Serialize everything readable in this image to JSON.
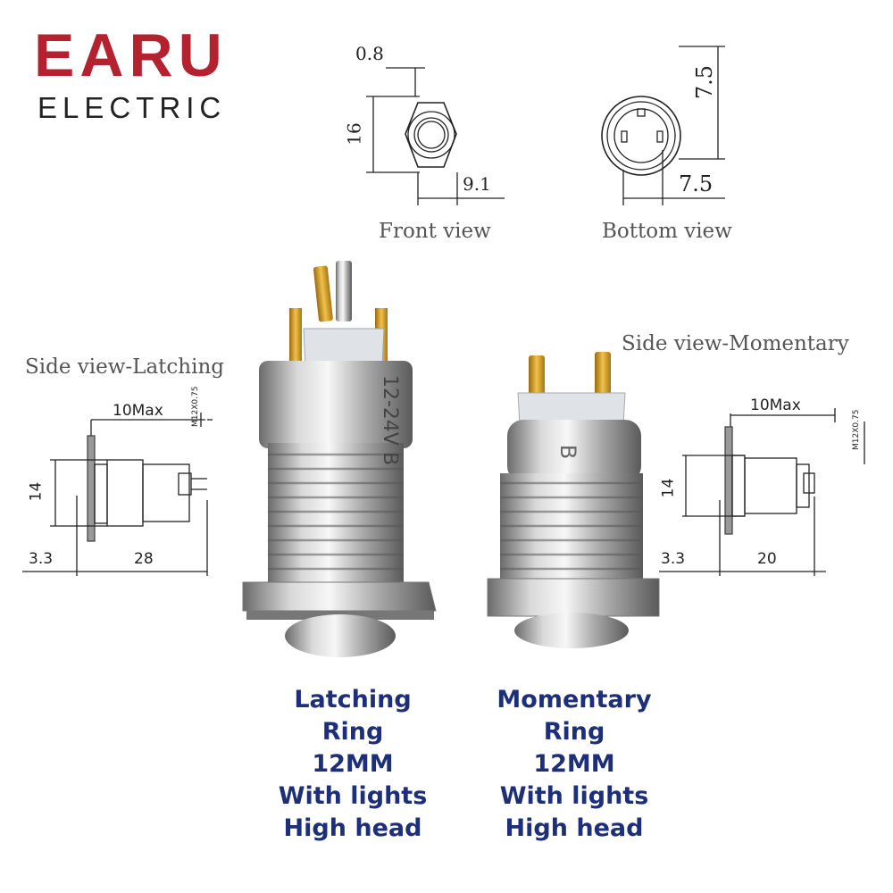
{
  "brand": {
    "name": "EARU",
    "subtitle": "ELECTRIC"
  },
  "front_view": {
    "caption": "Front view",
    "dim_top": "0.8",
    "dim_left": "16",
    "dim_bottom": "9.1"
  },
  "bottom_view": {
    "caption": "Bottom view",
    "dim_right": "7.5",
    "dim_bottom": "7.5"
  },
  "side_latching": {
    "caption": "Side view-Latching",
    "dim_top": "10Max",
    "dim_thread": "M12X0.75",
    "dim_height": "14",
    "dim_left": "3.3",
    "dim_length": "28"
  },
  "side_momentary": {
    "caption": "Side view-Momentary",
    "dim_top": "10Max",
    "dim_thread": "M12X0.75",
    "dim_height": "14",
    "dim_left": "3.3",
    "dim_length": "20"
  },
  "product_left": {
    "marking": "12-24V B",
    "lines": [
      "Latching",
      "Ring",
      "12MM",
      "With lights",
      "High head"
    ]
  },
  "product_right": {
    "marking": "B",
    "lines": [
      "Momentary",
      "Ring",
      "12MM",
      "With lights",
      "High head"
    ]
  },
  "colors": {
    "brand_red": "#b3222e",
    "spec_blue": "#1e2f7a",
    "caption_gray": "#555555"
  }
}
